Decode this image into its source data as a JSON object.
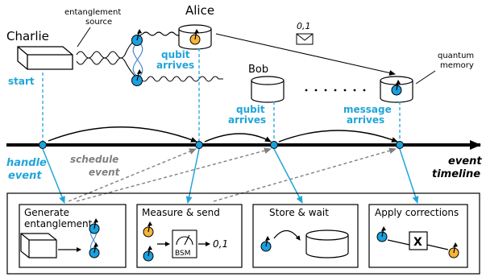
{
  "labels": {
    "charlie": "Charlie",
    "entanglement_source_line1": "entanglement",
    "entanglement_source_line2": "source",
    "alice": "Alice",
    "bob": "Bob",
    "message_bits": "0,1",
    "quantum_memory_line1": "quantum",
    "quantum_memory_line2": "memory",
    "start": "start",
    "qubit_arrives_alice_line1": "qubit",
    "qubit_arrives_alice_line2": "arrives",
    "qubit_arrives_bob_line1": "qubit",
    "qubit_arrives_bob_line2": "arrives",
    "message_arrives_line1": "message",
    "message_arrives_line2": "arrives",
    "handle_event_line1": "handle",
    "handle_event_line2": "event",
    "schedule_event_line1": "schedule",
    "schedule_event_line2": "event",
    "event_timeline_line1": "event",
    "event_timeline_line2": "timeline"
  },
  "boxes": {
    "generate_line1": "Generate",
    "generate_line2": "entanglement",
    "measure": "Measure & send",
    "bsm": "BSM",
    "measure_output": "0,1",
    "store": "Store & wait",
    "apply": "Apply corrections",
    "correction_gate": "X"
  },
  "colors": {
    "accent_blue": "#21a5d9",
    "qubit_blue": "#1ba0e0",
    "qubit_orange": "#f7b436",
    "timeline": "#000000",
    "schedule_arrows": "#808080"
  }
}
